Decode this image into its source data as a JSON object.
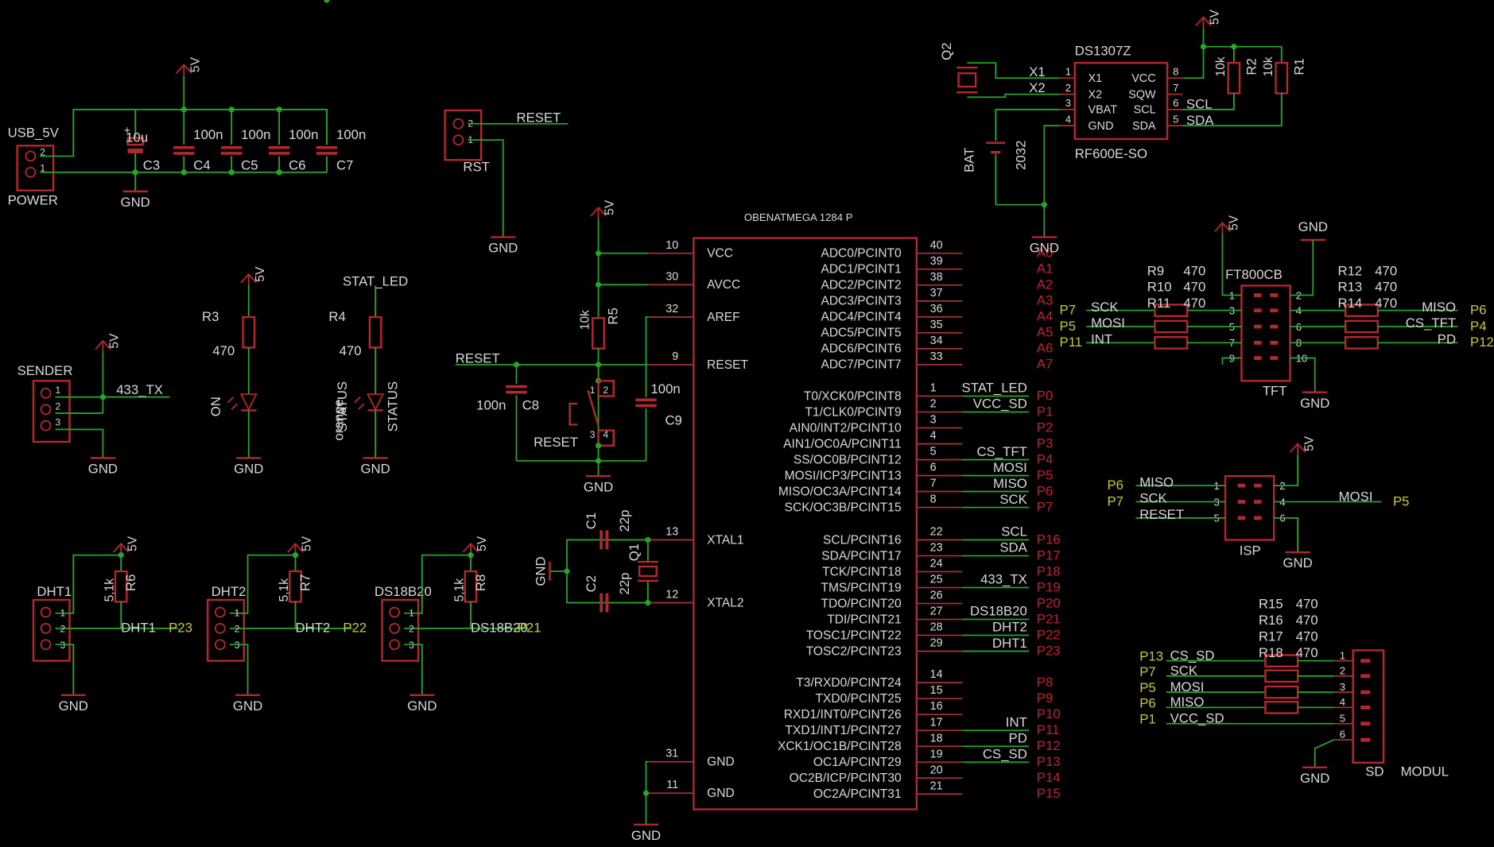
{
  "colors": {
    "background": "#000000",
    "wire": "#25a52a",
    "part": "#b4272d",
    "pin": "#a33034",
    "text": "#d9d9d9",
    "port": "#c61e2b",
    "net": "#c8c832"
  },
  "power": {
    "conn_name": "USB_5V",
    "conn_label": "POWER",
    "pin2": "2",
    "pin1": "1",
    "supply": "5V",
    "ground": "GND",
    "caps": [
      {
        "name": "C3",
        "value": "10u",
        "polar": true
      },
      {
        "name": "C4",
        "value": "100n"
      },
      {
        "name": "C5",
        "value": "100n"
      },
      {
        "name": "C6",
        "value": "100n"
      },
      {
        "name": "C7",
        "value": "100n"
      }
    ]
  },
  "rst": {
    "name": "RST",
    "pin2": "2",
    "pin1": "1",
    "net": "RESET",
    "ground": "GND"
  },
  "leds": [
    {
      "top": "5V",
      "res": "R3",
      "val": "470",
      "led": "ON",
      "ground": "GND"
    },
    {
      "top": "STAT_LED",
      "res": "R4",
      "val": "470",
      "led": "STATUS",
      "color": "orange",
      "ground": "GND"
    }
  ],
  "sender": {
    "name": "SENDER",
    "supply": "5V",
    "pin1": "1",
    "pin2": "2",
    "pin3": "3",
    "net": "433_TX",
    "ground": "GND"
  },
  "sensors": [
    {
      "name": "DHT1",
      "res": "R6",
      "val": "5,1k",
      "supply": "5V",
      "net": "DHT1",
      "port": "P23",
      "ground": "GND",
      "pins": [
        "1",
        "2",
        "3"
      ]
    },
    {
      "name": "DHT2",
      "res": "R7",
      "val": "5,1k",
      "supply": "5V",
      "net": "DHT2",
      "port": "P22",
      "ground": "GND",
      "pins": [
        "1",
        "2",
        "3"
      ]
    },
    {
      "name": "DS18B20",
      "res": "R8",
      "val": "5,1k",
      "supply": "5V",
      "net": "DS18B20",
      "port": "P21",
      "ground": "GND",
      "pins": [
        "1",
        "2",
        "3"
      ]
    }
  ],
  "mcu": {
    "title": "OBENATMEGA 1284 P",
    "supply": "5V",
    "ground": "GND",
    "reset_net": "RESET",
    "ground2": "GND",
    "r5": {
      "name": "R5",
      "value": "10k"
    },
    "c8": {
      "name": "C8",
      "value": "100n"
    },
    "c9": {
      "name": "C9",
      "value": "100n"
    },
    "sw": {
      "name": "RESET",
      "p1": "1",
      "p2": "2",
      "p3": "3",
      "p4": "4"
    },
    "c1": {
      "name": "C1",
      "value": "22p"
    },
    "c2": {
      "name": "C2",
      "value": "22p"
    },
    "q1": "Q1",
    "left": [
      {
        "num": "10",
        "name": "VCC"
      },
      {
        "num": "30",
        "name": "AVCC"
      },
      {
        "num": "32",
        "name": "AREF"
      },
      {
        "num": "9",
        "name": "RESET"
      },
      {
        "num": "13",
        "name": "XTAL1"
      },
      {
        "num": "12",
        "name": "XTAL2"
      },
      {
        "num": "31",
        "name": "GND"
      },
      {
        "num": "11",
        "name": "GND"
      }
    ],
    "right": [
      {
        "num": "40",
        "name": "ADC0/PCINT0",
        "net": "",
        "port": "A0"
      },
      {
        "num": "39",
        "name": "ADC1/PCINT1",
        "net": "",
        "port": "A1"
      },
      {
        "num": "38",
        "name": "ADC2/PCINT2",
        "net": "",
        "port": "A2"
      },
      {
        "num": "37",
        "name": "ADC3/PCINT3",
        "net": "",
        "port": "A3"
      },
      {
        "num": "36",
        "name": "ADC4/PCINT4",
        "net": "",
        "port": "A4"
      },
      {
        "num": "35",
        "name": "ADC5/PCINT5",
        "net": "",
        "port": "A5"
      },
      {
        "num": "34",
        "name": "ADC6/PCINT6",
        "net": "",
        "port": "A6"
      },
      {
        "num": "33",
        "name": "ADC7/PCINT7",
        "net": "",
        "port": "A7"
      },
      {
        "num": "1",
        "name": "T0/XCK0/PCINT8",
        "net": "STAT_LED",
        "port": "P0"
      },
      {
        "num": "2",
        "name": "T1/CLK0/PCINT9",
        "net": "VCC_SD",
        "port": "P1"
      },
      {
        "num": "3",
        "name": "AIN0/INT2/PCINT10",
        "net": "",
        "port": "P2"
      },
      {
        "num": "4",
        "name": "AIN1/OC0A/PCINT11",
        "net": "",
        "port": "P3"
      },
      {
        "num": "5",
        "name": "SS/OC0B/PCINT12",
        "net": "CS_TFT",
        "port": "P4"
      },
      {
        "num": "6",
        "name": "MOSI/ICP3/PCINT13",
        "net": "MOSI",
        "port": "P5"
      },
      {
        "num": "7",
        "name": "MISO/OC3A/PCINT14",
        "net": "MISO",
        "port": "P6"
      },
      {
        "num": "8",
        "name": "SCK/OC3B/PCINT15",
        "net": "SCK",
        "port": "P7"
      },
      {
        "num": "22",
        "name": "SCL/PCINT16",
        "net": "SCL",
        "port": "P16"
      },
      {
        "num": "23",
        "name": "SDA/PCINT17",
        "net": "SDA",
        "port": "P17"
      },
      {
        "num": "24",
        "name": "TCK/PCINT18",
        "net": "",
        "port": "P18"
      },
      {
        "num": "25",
        "name": "TMS/PCINT19",
        "net": "433_TX",
        "port": "P19"
      },
      {
        "num": "26",
        "name": "TDO/PCINT20",
        "net": "",
        "port": "P20"
      },
      {
        "num": "27",
        "name": "TDI/PCINT21",
        "net": "DS18B20",
        "port": "P21"
      },
      {
        "num": "28",
        "name": "TOSC1/PCINT22",
        "net": "DHT2",
        "port": "P22"
      },
      {
        "num": "29",
        "name": "TOSC2/PCINT23",
        "net": "DHT1",
        "port": "P23"
      },
      {
        "num": "14",
        "name": "T3/RXD0/PCINT24",
        "net": "",
        "port": "P8"
      },
      {
        "num": "15",
        "name": "TXD0/PCINT25",
        "net": "",
        "port": "P9"
      },
      {
        "num": "16",
        "name": "RXD1/INT0/PCINT26",
        "net": "",
        "port": "P10"
      },
      {
        "num": "17",
        "name": "TXD1/INT1/PCINT27",
        "net": "INT",
        "port": "P11"
      },
      {
        "num": "18",
        "name": "XCK1/OC1B/PCINT28",
        "net": "PD",
        "port": "P12"
      },
      {
        "num": "19",
        "name": "OC1A/PCINT29",
        "net": "CS_SD",
        "port": "P13"
      },
      {
        "num": "20",
        "name": "OC2B/ICP/PCINT30",
        "net": "",
        "port": "P14"
      },
      {
        "num": "21",
        "name": "OC2A/PCINT31",
        "net": "",
        "port": "P15"
      }
    ]
  },
  "rtc": {
    "chip": "DS1307Z",
    "part": "RF600E-SO",
    "q": "Q2",
    "supply": "5V",
    "ground": "GND",
    "bat": "BAT",
    "bat_type": "2032",
    "pins_left": [
      {
        "num": "1",
        "name": "X1",
        "net": "X1"
      },
      {
        "num": "2",
        "name": "X2",
        "net": "X2"
      },
      {
        "num": "3",
        "name": "VBAT",
        "net": ""
      },
      {
        "num": "4",
        "name": "GND",
        "net": ""
      }
    ],
    "pins_right": [
      {
        "num": "8",
        "name": "VCC",
        "net": ""
      },
      {
        "num": "7",
        "name": "SQW",
        "net": ""
      },
      {
        "num": "6",
        "name": "SCL",
        "net": "SCL"
      },
      {
        "num": "5",
        "name": "SDA",
        "net": "SDA"
      }
    ],
    "r2": {
      "name": "R2",
      "value": "10k"
    },
    "r1": {
      "name": "R1",
      "value": "10k"
    }
  },
  "tft": {
    "name": "FT800CB",
    "label": "TFT",
    "supply": "5V",
    "ground": "GND",
    "ground2": "GND",
    "pins": [
      "1",
      "2",
      "3",
      "4",
      "5",
      "6",
      "7",
      "8",
      "9",
      "10"
    ],
    "res_left": [
      {
        "name": "R9",
        "val": "470"
      },
      {
        "name": "R10",
        "val": "470"
      },
      {
        "name": "R11",
        "val": "470"
      }
    ],
    "res_right": [
      {
        "name": "R12",
        "val": "470"
      },
      {
        "name": "R13",
        "val": "470"
      },
      {
        "name": "R14",
        "val": "470"
      }
    ],
    "left_sig": [
      {
        "port": "P7",
        "net": "SCK"
      },
      {
        "port": "P5",
        "net": "MOSI"
      },
      {
        "port": "P11",
        "net": "INT"
      }
    ],
    "right_sig": [
      {
        "port": "P6",
        "net": "MISO"
      },
      {
        "port": "P4",
        "net": "CS_TFT"
      },
      {
        "port": "P12",
        "net": "PD"
      }
    ]
  },
  "isp": {
    "label": "ISP",
    "supply": "5V",
    "ground": "GND",
    "pins": [
      "1",
      "2",
      "3",
      "4",
      "5",
      "6"
    ],
    "left": [
      {
        "port": "P6",
        "net": "MISO"
      },
      {
        "port": "P7",
        "net": "SCK"
      },
      {
        "port": "",
        "net": "RESET"
      }
    ],
    "right": {
      "net": "MOSI",
      "port": "P5"
    }
  },
  "sd": {
    "label": "SD",
    "module": "MODUL",
    "ground": "GND",
    "pins": [
      "1",
      "2",
      "3",
      "4",
      "5",
      "6"
    ],
    "res": [
      {
        "name": "R15",
        "val": "470"
      },
      {
        "name": "R16",
        "val": "470"
      },
      {
        "name": "R17",
        "val": "470"
      },
      {
        "name": "R18",
        "val": "470"
      }
    ],
    "sig": [
      {
        "port": "P13",
        "net": "CS_SD"
      },
      {
        "port": "P7",
        "net": "SCK"
      },
      {
        "port": "P5",
        "net": "MOSI"
      },
      {
        "port": "P6",
        "net": "MISO"
      },
      {
        "port": "P1",
        "net": "VCC_SD"
      }
    ]
  }
}
